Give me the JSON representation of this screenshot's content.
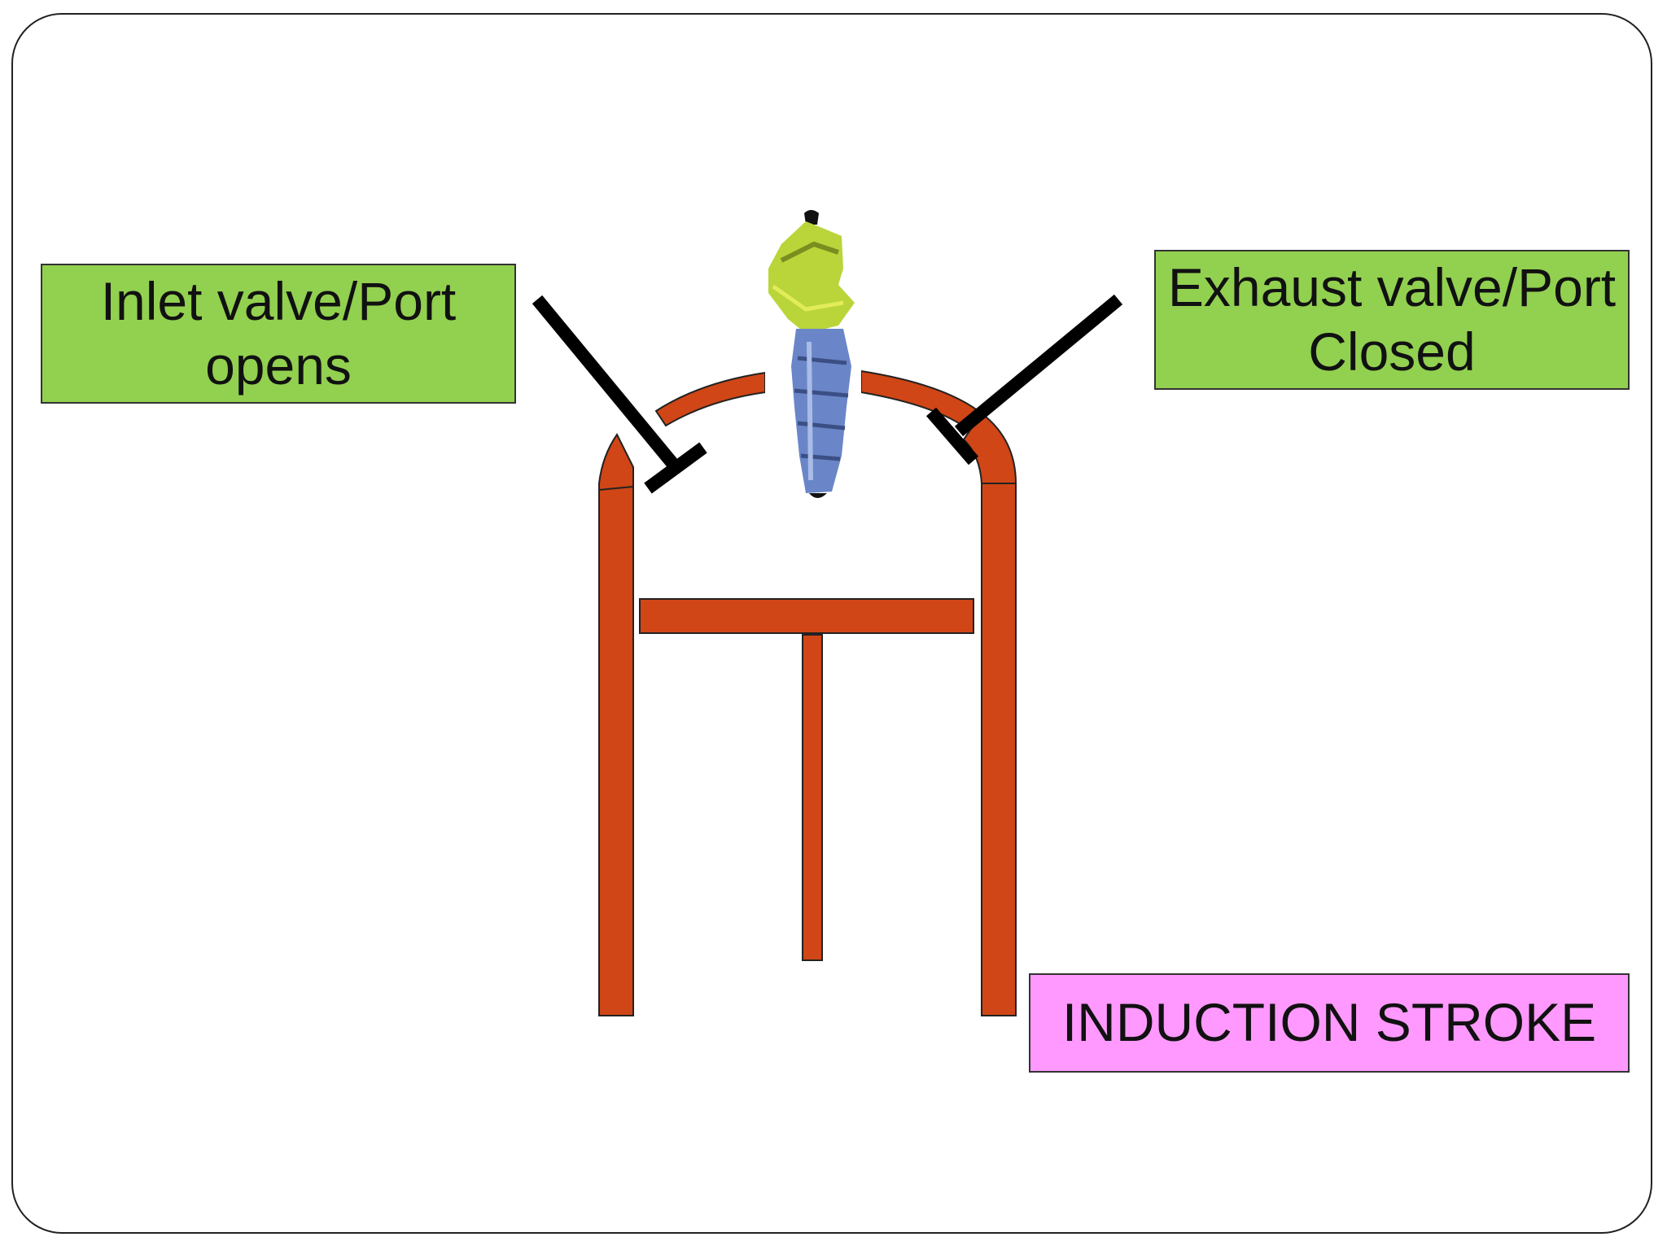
{
  "labels": {
    "inlet": {
      "line1": "Inlet valve/Port",
      "line2": "opens",
      "color": "#92d050"
    },
    "exhaust": {
      "line1": "Exhaust valve/Port",
      "line2": "Closed",
      "color": "#92d050"
    },
    "stroke": {
      "text": "INDUCTION STROKE",
      "color": "#ff99ff"
    }
  },
  "colors": {
    "engine_parts": "#d04616",
    "outline": "#222222",
    "valve": "#000000",
    "injector_body": "#6a86c8",
    "injector_top": "#b9d53a"
  },
  "icons": {
    "injector": "fuel-injector-icon"
  }
}
